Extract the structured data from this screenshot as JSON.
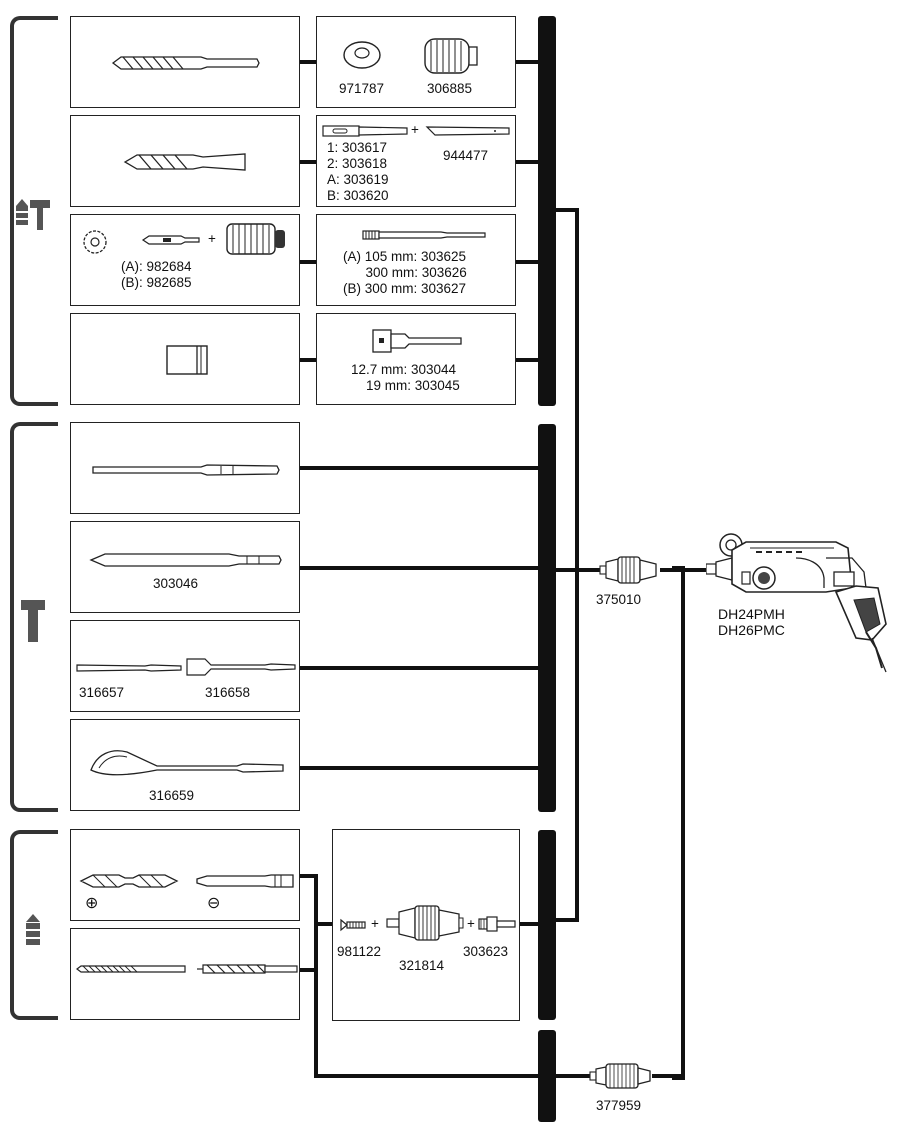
{
  "accent_color": "#111111",
  "modes": [
    {
      "icon": "rotary-hammer-mode-icon"
    },
    {
      "icon": "hammer-only-mode-icon"
    },
    {
      "icon": "rotation-only-mode-icon"
    }
  ],
  "rows": {
    "r1": {
      "left_icon": "sds-drill-bit-icon",
      "right": {
        "icons": [
          "dust-cup-icon",
          "dust-collector-icon"
        ],
        "labels": [
          "971787",
          "306885"
        ]
      }
    },
    "r2": {
      "left_icon": "taper-shank-drill-icon",
      "right": {
        "icons": [
          "taper-shank-adapter-icon",
          "cotter-icon"
        ],
        "labels": [
          "1: 303617\n2: 303618\nA: 303619\nB: 303620",
          "944477"
        ]
      }
    },
    "r3": {
      "left_icons": [
        "center-pin-icon",
        "core-bit-adapter-icon",
        "core-bit-icon"
      ],
      "left_labels": [
        "(A): 982684\n(B): 982685"
      ],
      "right": {
        "icons": [
          "extension-shank-icon"
        ],
        "labels": [
          "(A) 105 mm: 303625\n      300 mm: 303626\n(B) 300 mm: 303627"
        ]
      }
    },
    "r4": {
      "left_icon": "hex-socket-icon",
      "right": {
        "icons": [
          "socket-adapter-icon"
        ],
        "labels": [
          "12.7 mm: 303044\n    19 mm: 303045"
        ]
      }
    },
    "r5": {
      "left_icon": "bull-point-icon"
    },
    "r6": {
      "left_icon": "pointed-chisel-icon",
      "label": "303046"
    },
    "r7": {
      "left_icons": [
        "flat-chisel-icon",
        "wide-chisel-icon"
      ],
      "labels": [
        "316657",
        "316658"
      ]
    },
    "r8": {
      "left_icon": "scoop-chisel-icon",
      "label": "316659"
    },
    "r9": {
      "left_icons": [
        "phillips-bit-icon",
        "slotted-bit-icon"
      ],
      "symbols": [
        "⊕",
        "⊖"
      ]
    },
    "r10": {
      "left_icons": [
        "metal-drill-bit-icon",
        "wood-drill-bit-icon"
      ]
    },
    "chuck_group": {
      "icons": [
        "chuck-screw-icon",
        "drill-chuck-icon",
        "chuck-adapter-icon"
      ],
      "labels": [
        "981122",
        "321814",
        "303623"
      ],
      "plus": "+"
    }
  },
  "chuck_375010": {
    "icon": "quick-chuck-icon",
    "label": "375010"
  },
  "chuck_377959": {
    "icon": "keyless-chuck-icon",
    "label": "377959"
  },
  "tool": {
    "icon": "rotary-hammer-tool-icon",
    "models": "DH24PMH\nDH26PMC"
  }
}
